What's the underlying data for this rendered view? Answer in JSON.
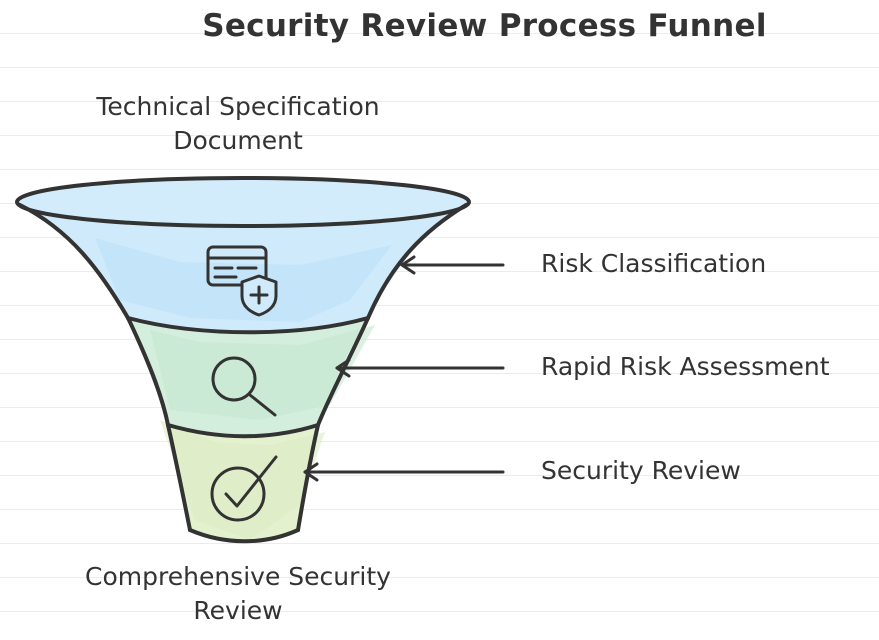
{
  "title": "Security Review Process Funnel",
  "input": {
    "line1": "Technical Specification",
    "line2": "Document"
  },
  "stages": [
    {
      "label": "Risk Classification",
      "icon": "document-shield-icon",
      "color": "#cfeafa"
    },
    {
      "label": "Rapid Risk Assessment",
      "icon": "magnifier-icon",
      "color": "#d4eedd"
    },
    {
      "label": "Security Review",
      "icon": "checkmark-circle-icon",
      "color": "#e4f1cf"
    }
  ],
  "output": {
    "line1": "Comprehensive Security",
    "line2": "Review"
  },
  "colors": {
    "stroke": "#333333",
    "background_lines": "#ececec"
  }
}
